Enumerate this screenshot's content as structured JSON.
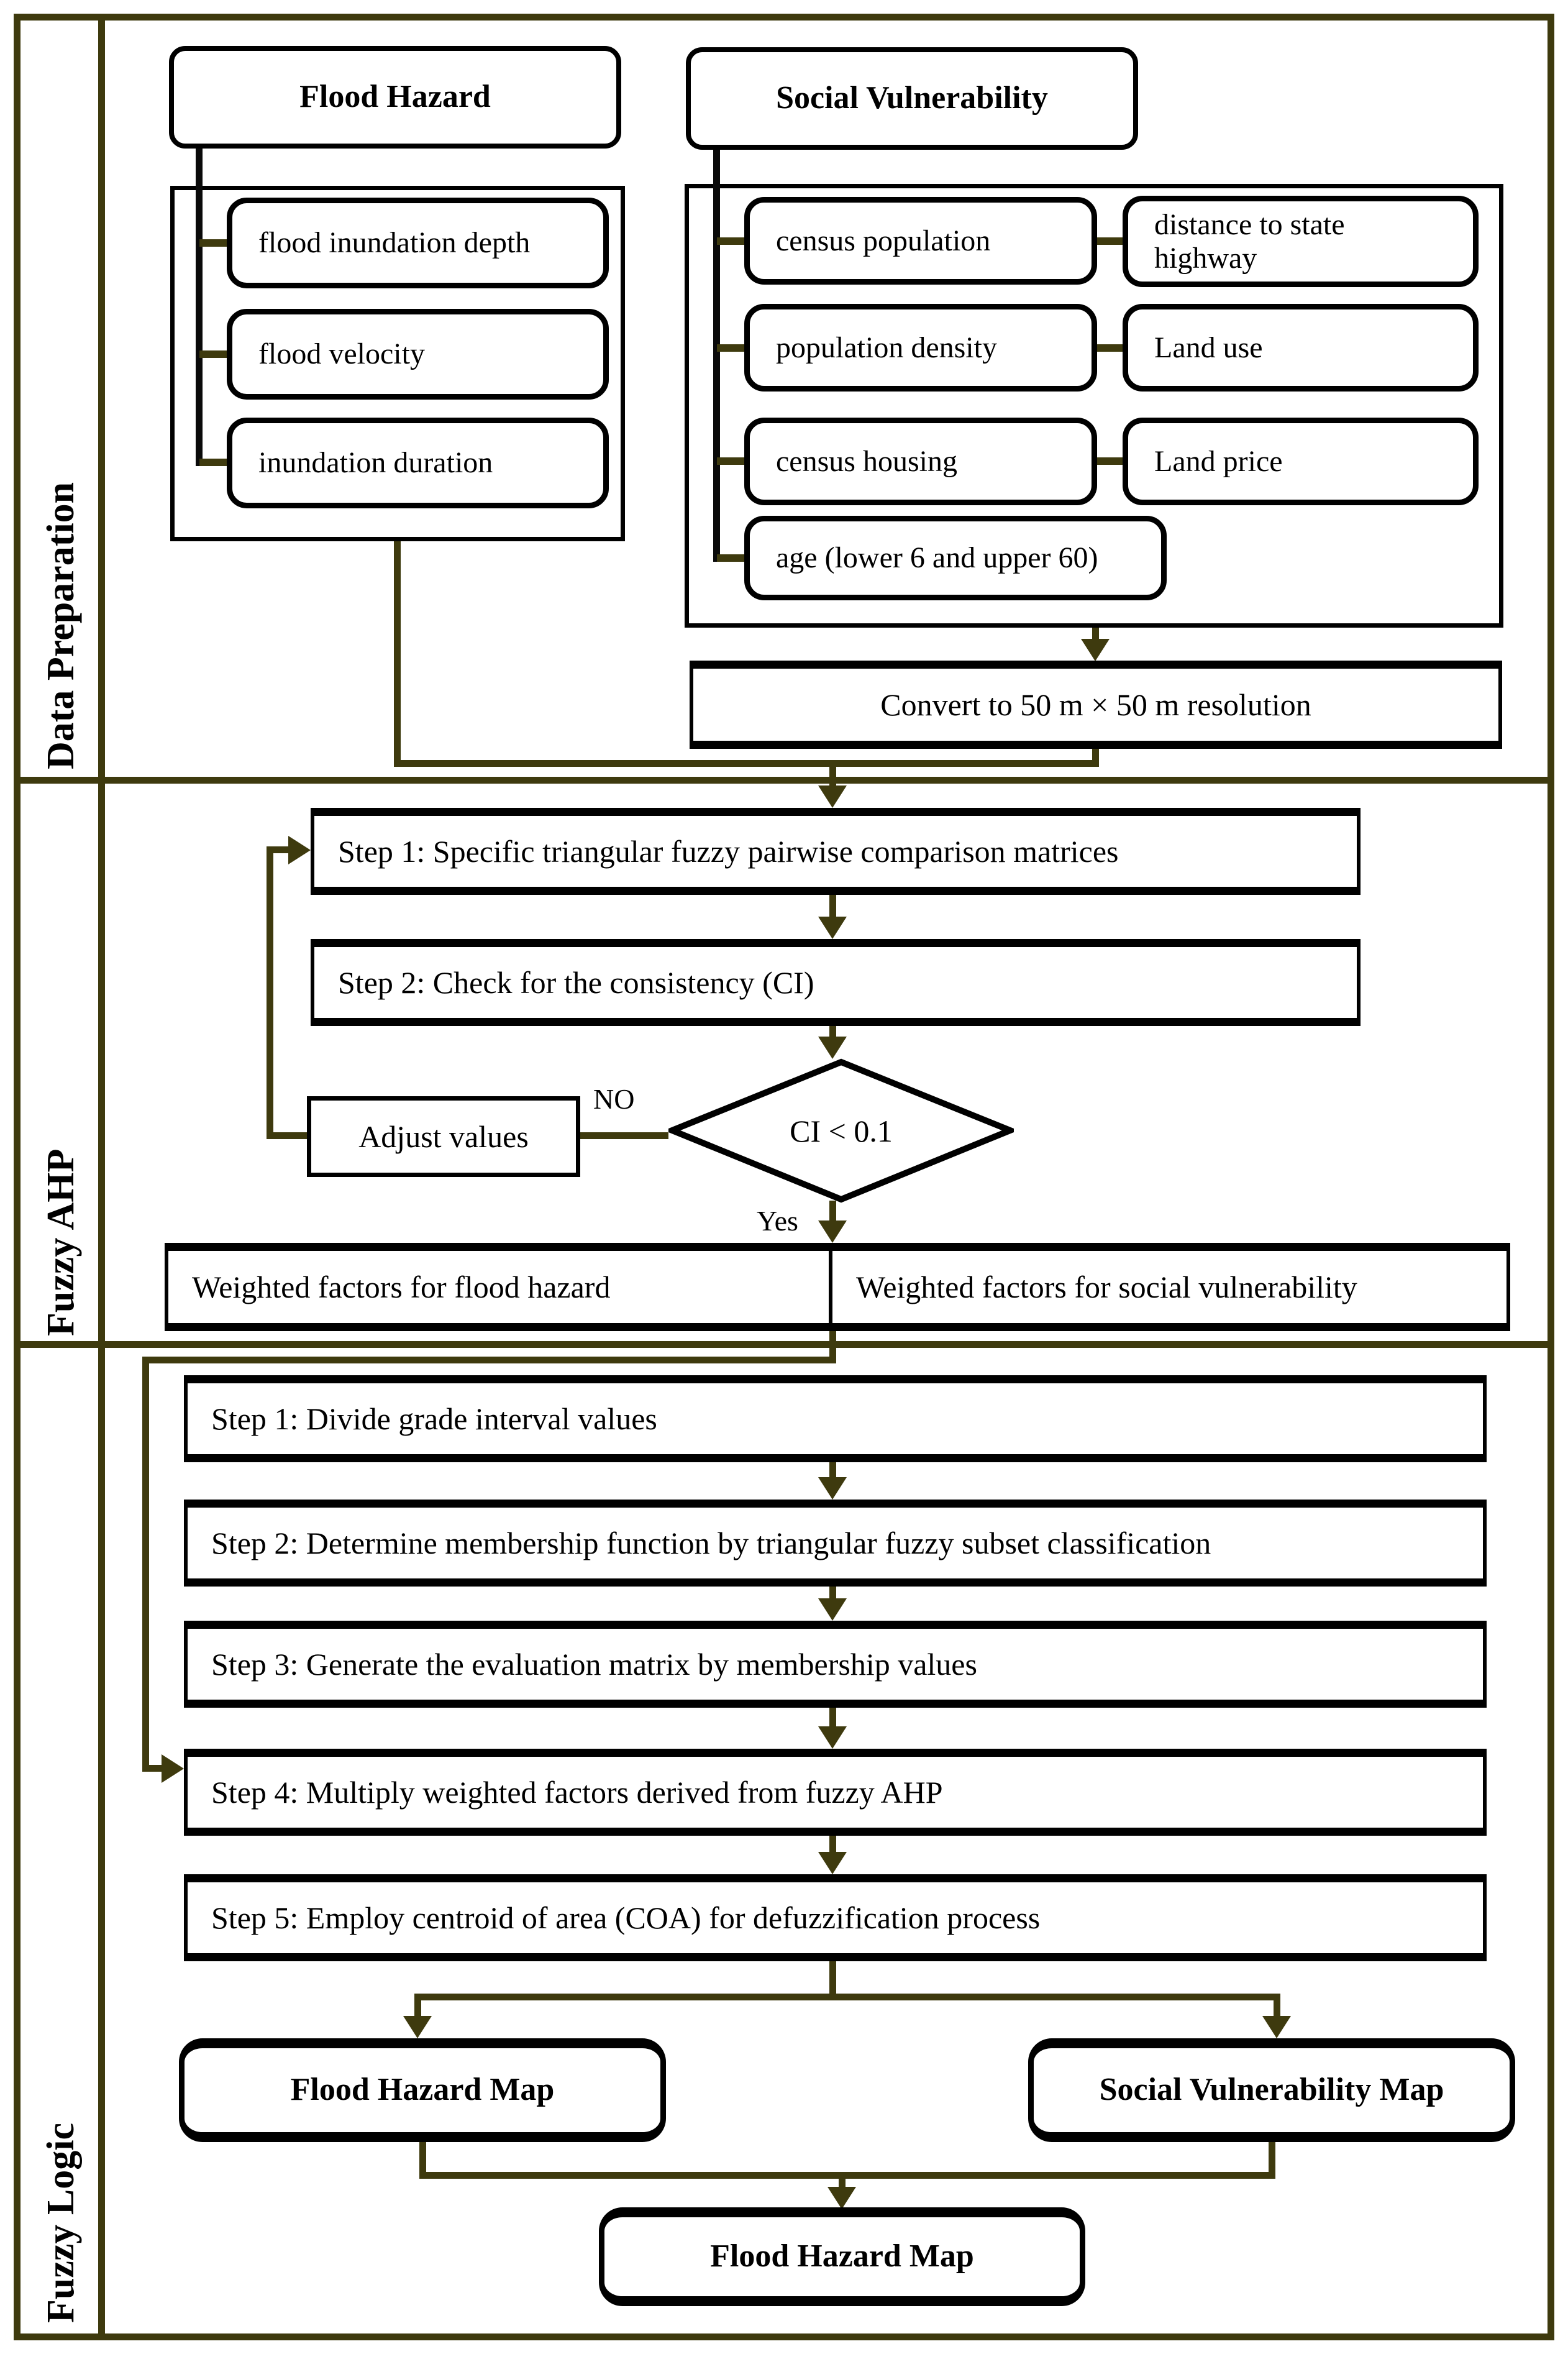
{
  "colors": {
    "line_olive": "#3e3a0e",
    "box_border": "#000000",
    "background": "#ffffff",
    "text": "#000000"
  },
  "sidebar": {
    "sections": [
      {
        "label": "Data Preparation"
      },
      {
        "label": "Fuzzy AHP"
      },
      {
        "label": "Fuzzy Logic"
      }
    ]
  },
  "data_preparation": {
    "flood": {
      "title": "Flood Hazard",
      "items": [
        "flood inundation depth",
        "flood velocity",
        "inundation duration"
      ]
    },
    "social": {
      "title": "Social Vulnerability",
      "left_items": [
        "census population",
        "population density",
        "census housing",
        "age (lower 6 and upper 60)"
      ],
      "right_items": [
        "distance to state highway",
        "Land use",
        "Land price"
      ]
    },
    "convert_label": "Convert to 50 m × 50 m resolution"
  },
  "fuzzy_ahp": {
    "step1": "Step 1: Specific triangular fuzzy pairwise comparison matrices",
    "step2": "Step 2: Check for the consistency (CI)",
    "adjust": "Adjust values",
    "decision": "CI < 0.1",
    "no_label": "NO",
    "yes_label": "Yes",
    "weighted_flood": "Weighted factors for flood hazard",
    "weighted_social": "Weighted factors for social vulnerability"
  },
  "fuzzy_logic": {
    "steps": [
      "Step 1: Divide grade interval values",
      "Step 2: Determine membership function by triangular fuzzy subset classification",
      "Step 3: Generate the evaluation matrix by membership values",
      "Step 4: Multiply weighted factors derived from fuzzy AHP",
      "Step 5: Employ centroid of area (COA) for defuzzification process"
    ],
    "flood_map": "Flood Hazard Map",
    "social_map": "Social Vulnerability Map",
    "final_map": "Flood Hazard Map"
  }
}
